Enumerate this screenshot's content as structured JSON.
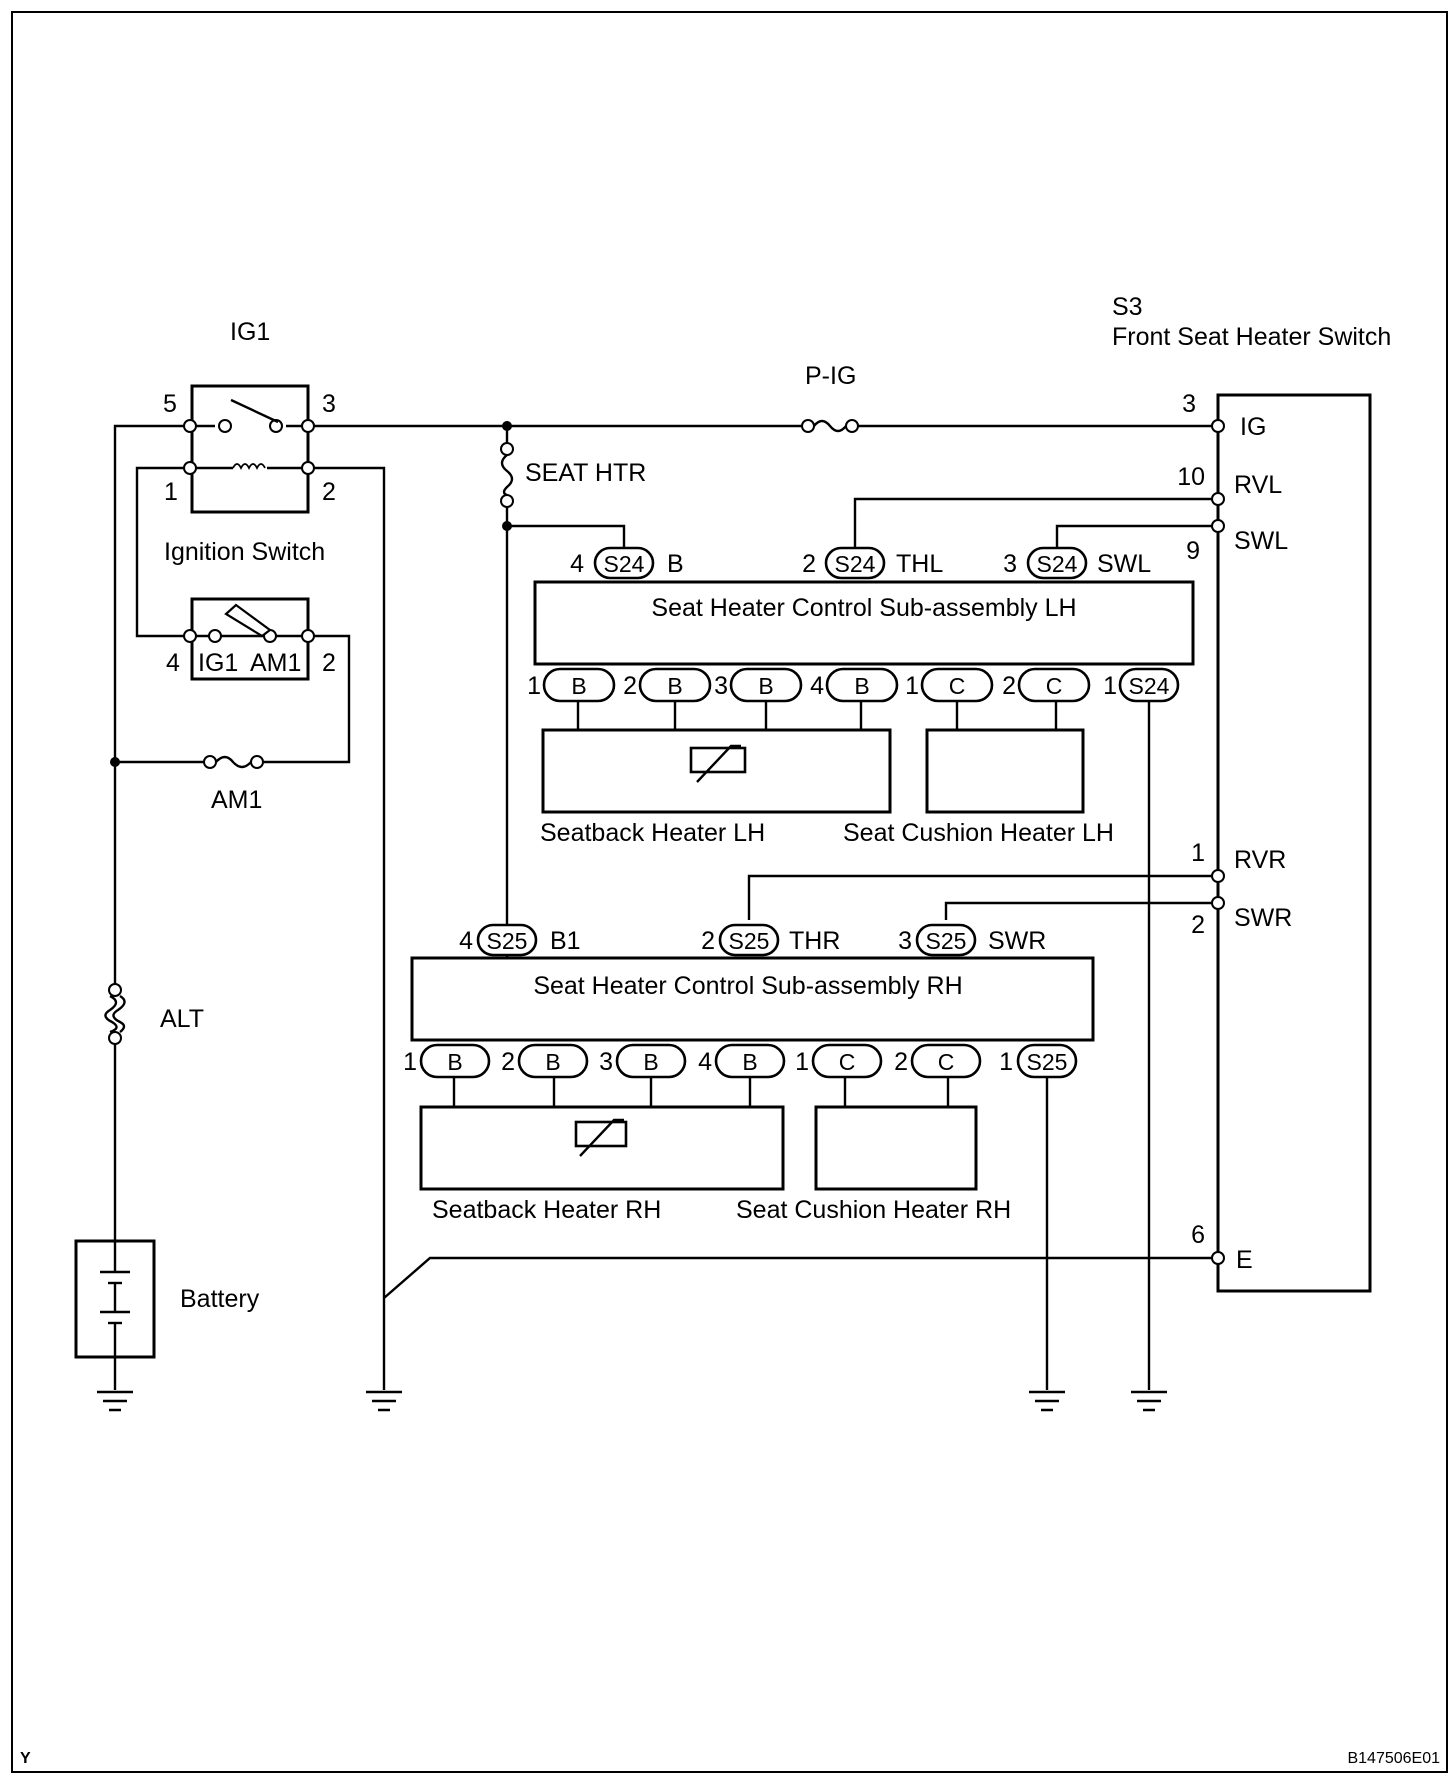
{
  "components": {
    "relay_ig1": "IG1",
    "ignition_switch": "Ignition Switch",
    "ign_contact_ig1": "IG1",
    "ign_contact_am1": "AM1",
    "fuse_pig": "P-IG",
    "fuse_seat_htr": "SEAT HTR",
    "fuse_am1": "AM1",
    "fuse_alt": "ALT",
    "battery": "Battery",
    "switch_code": "S3",
    "switch_name": "Front Seat Heater Switch",
    "control_lh": "Seat Heater Control Sub-assembly LH",
    "control_rh": "Seat Heater Control Sub-assembly RH",
    "seatback_lh": "Seatback Heater LH",
    "cushion_lh": "Seat Cushion Heater LH",
    "seatback_rh": "Seatback Heater RH",
    "cushion_rh": "Seat Cushion Heater RH"
  },
  "pins": {
    "relay_5": "5",
    "relay_3": "3",
    "relay_1": "1",
    "relay_2": "2",
    "ign_4": "4",
    "ign_2": "2",
    "sw_ig": "IG",
    "sw_ig_no": "3",
    "sw_rvl": "RVL",
    "sw_rvl_no": "10",
    "sw_swl": "SWL",
    "sw_swl_no": "9",
    "sw_rvr": "RVR",
    "sw_rvr_no": "1",
    "sw_swr": "SWR",
    "sw_swr_no": "2",
    "sw_e": "E",
    "sw_e_no": "6"
  },
  "lh_top": [
    {
      "no": "4",
      "conn": "S24",
      "sig": "B"
    },
    {
      "no": "2",
      "conn": "S24",
      "sig": "THL"
    },
    {
      "no": "3",
      "conn": "S24",
      "sig": "SWL"
    }
  ],
  "lh_bottom": [
    {
      "no": "1",
      "conn": "B"
    },
    {
      "no": "2",
      "conn": "B"
    },
    {
      "no": "3",
      "conn": "B"
    },
    {
      "no": "4",
      "conn": "B"
    },
    {
      "no": "1",
      "conn": "C"
    },
    {
      "no": "2",
      "conn": "C"
    },
    {
      "no": "1",
      "conn": "S24"
    }
  ],
  "rh_top": [
    {
      "no": "4",
      "conn": "S25",
      "sig": "B1"
    },
    {
      "no": "2",
      "conn": "S25",
      "sig": "THR"
    },
    {
      "no": "3",
      "conn": "S25",
      "sig": "SWR"
    }
  ],
  "rh_bottom": [
    {
      "no": "1",
      "conn": "B"
    },
    {
      "no": "2",
      "conn": "B"
    },
    {
      "no": "3",
      "conn": "B"
    },
    {
      "no": "4",
      "conn": "B"
    },
    {
      "no": "1",
      "conn": "C"
    },
    {
      "no": "2",
      "conn": "C"
    },
    {
      "no": "1",
      "conn": "S25"
    }
  ],
  "footer": {
    "left": "Y",
    "right": "B147506E01"
  }
}
